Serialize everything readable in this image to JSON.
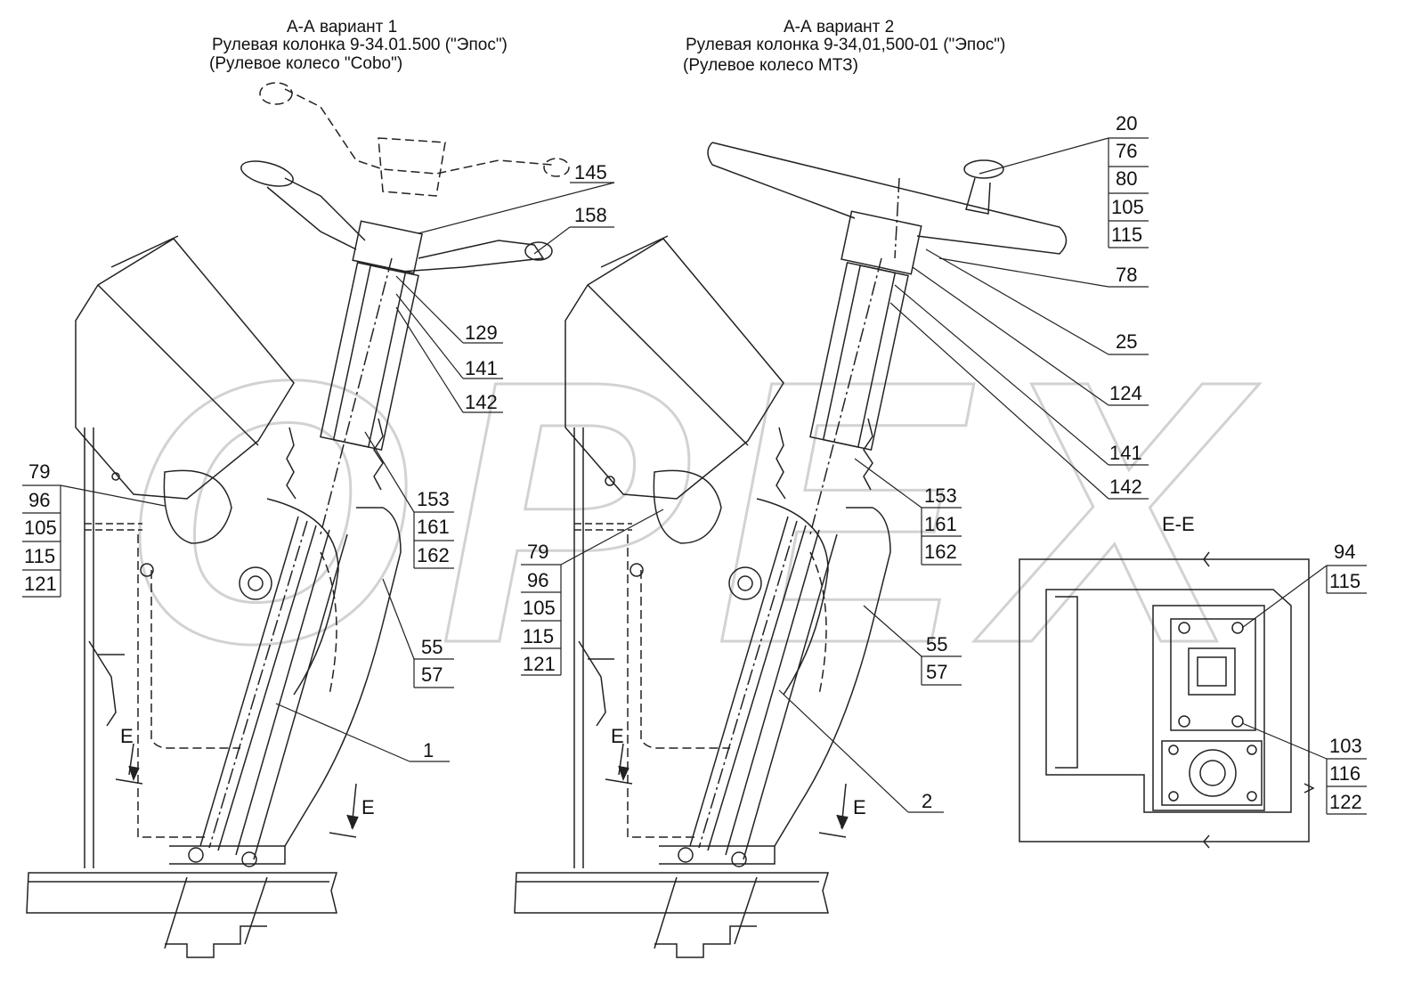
{
  "titles": {
    "v1_line1": "А-А  вариант 1",
    "v1_line2": "Рулевая колонка  9-34.01.500  (\"Эпос\")",
    "v1_line3": "(Рулевое колесо \"Cobo\")",
    "v2_line1": "А-А  вариант 2",
    "v2_line2": "Рулевая колонка  9-34,01,500-01  (\"Эпос\")",
    "v2_line3": "(Рулевое колесо МТЗ)"
  },
  "section_label": "Е-Е",
  "section_marks": [
    "Е",
    "Е",
    "Е",
    "Е"
  ],
  "watermark": "OPEX",
  "callouts": {
    "v1": {
      "c145": "145",
      "c158": "158",
      "c129": "129",
      "c141": "141",
      "c142": "142",
      "c153": "153",
      "c161": "161",
      "c162": "162",
      "c55": "55",
      "c57": "57",
      "c1": "1",
      "left_stack": [
        "79",
        "96",
        "105",
        "115",
        "121"
      ]
    },
    "v2": {
      "right_stack": [
        "20",
        "76",
        "80",
        "105",
        "115"
      ],
      "c78": "78",
      "c25": "25",
      "c124": "124",
      "c141": "141",
      "c142": "142",
      "c153": "153",
      "c161": "161",
      "c162": "162",
      "c55": "55",
      "c57": "57",
      "c2": "2",
      "left_stack": [
        "79",
        "96",
        "105",
        "115",
        "121"
      ]
    },
    "ee": {
      "c94": "94",
      "c115": "115",
      "c103": "103",
      "c116": "116",
      "c122": "122"
    }
  }
}
